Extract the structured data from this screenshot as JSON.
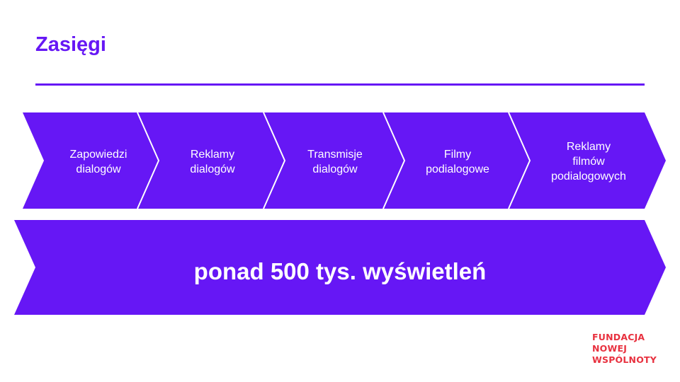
{
  "slide": {
    "title": "Zasięgi",
    "steps": [
      {
        "label": "Zapowiedzi\ndialogów"
      },
      {
        "label": "Reklamy\ndialogów"
      },
      {
        "label": "Transmisje\ndialogów"
      },
      {
        "label": "Filmy\npodialogowe"
      },
      {
        "label": "Reklamy\nfilmów\npodialogowych"
      }
    ],
    "banner": "ponad 500 tys. wyświetleń"
  },
  "logo": {
    "lines": [
      "FUNDACJA",
      "NOWEJ",
      "WSPÓLNOTY"
    ]
  },
  "colors": {
    "accent": "#6617f5",
    "divider": "#ffffff",
    "text_on_accent": "#ffffff",
    "logo": "#e8313f"
  }
}
